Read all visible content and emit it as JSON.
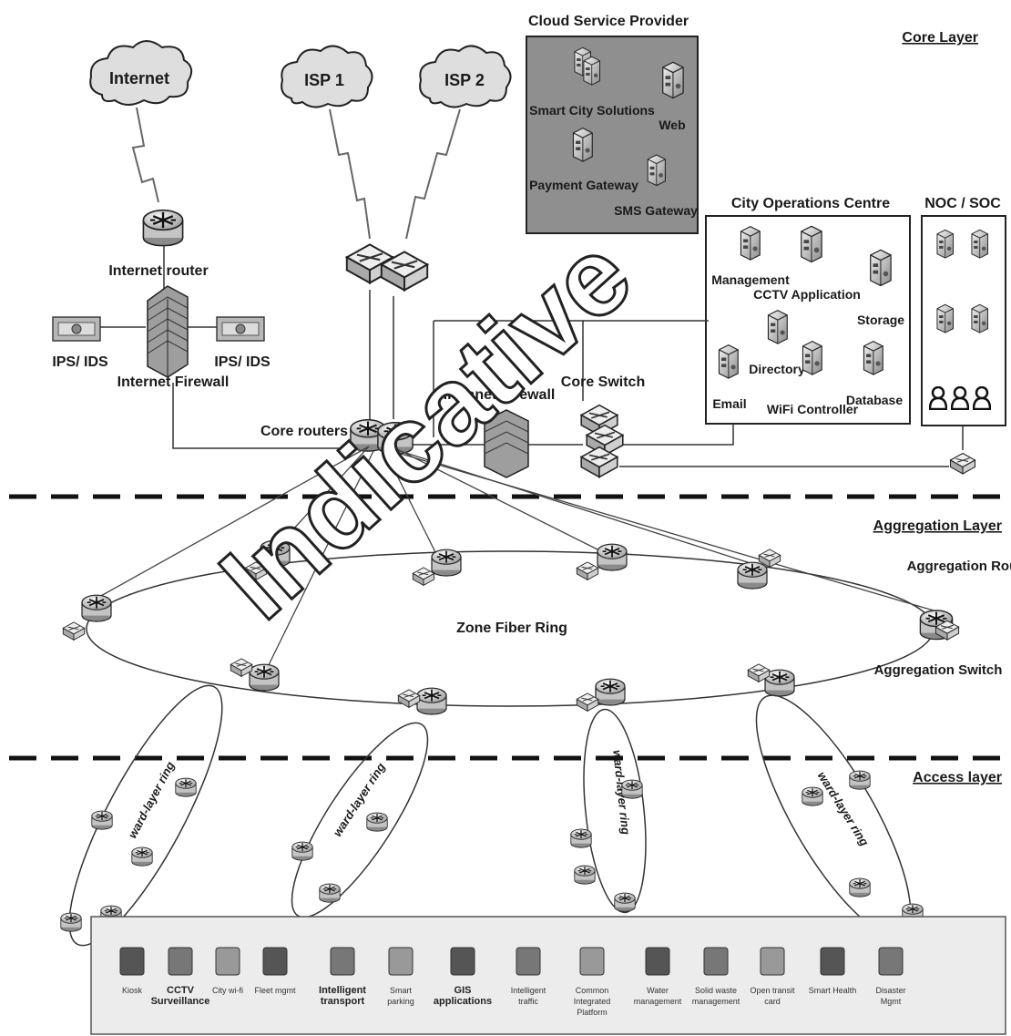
{
  "layers": {
    "core": "Core Layer",
    "aggregation": "Aggregation Layer",
    "access": "Access layer"
  },
  "clouds": {
    "internet": "Internet",
    "isp1": "ISP 1",
    "isp2": "ISP 2"
  },
  "cloud_provider": {
    "title": "Cloud Service Provider",
    "smart_city": "Smart City Solutions",
    "web": "Web",
    "payment": "Payment Gateway",
    "sms": "SMS Gateway"
  },
  "city_ops": {
    "title": "City Operations Centre",
    "management": "Management",
    "cctv_app": "CCTV Application",
    "storage": "Storage",
    "directory": "Directory",
    "email": "Email",
    "wifi": "WiFi Controller",
    "database": "Database"
  },
  "noc": {
    "title": "NOC / SOC"
  },
  "core": {
    "internet_router": "Internet router",
    "ips_left": "IPS/ IDS",
    "ips_right": "IPS/ IDS",
    "firewall": "Internet Firewall",
    "core_routers": "Core routers",
    "intranet_firewall": "Intranet Firewall",
    "core_switch": "Core Switch"
  },
  "aggregation": {
    "ring": "Zone Fiber Ring",
    "router": "Aggregation Router",
    "switch": "Aggregation Switch"
  },
  "access": {
    "ring_label": "ward-layer ring"
  },
  "services": [
    {
      "label": "Kiosk",
      "icon": "kiosk-icon"
    },
    {
      "label": "CCTV Surveillance",
      "icon": "cctv-icon"
    },
    {
      "label": "City wi-fi",
      "icon": "wifi-icon"
    },
    {
      "label": "Fleet mgmt",
      "icon": "fleet-icon"
    },
    {
      "label": "Intelligent transport",
      "icon": "transport-icon"
    },
    {
      "label": "Smart parking",
      "icon": "parking-icon"
    },
    {
      "label": "GIS applications",
      "icon": "gis-icon"
    },
    {
      "label": "Intelligent traffic",
      "icon": "traffic-light-icon"
    },
    {
      "label": "Common Integrated Platform",
      "icon": "platform-icon"
    },
    {
      "label": "Water management",
      "icon": "water-icon"
    },
    {
      "label": "Solid waste management",
      "icon": "waste-icon"
    },
    {
      "label": "Open transit card",
      "icon": "card-icon"
    },
    {
      "label": "Smart Health",
      "icon": "health-icon"
    },
    {
      "label": "Disaster Mgmt",
      "icon": "disaster-icon"
    }
  ],
  "watermark": "Indicative"
}
